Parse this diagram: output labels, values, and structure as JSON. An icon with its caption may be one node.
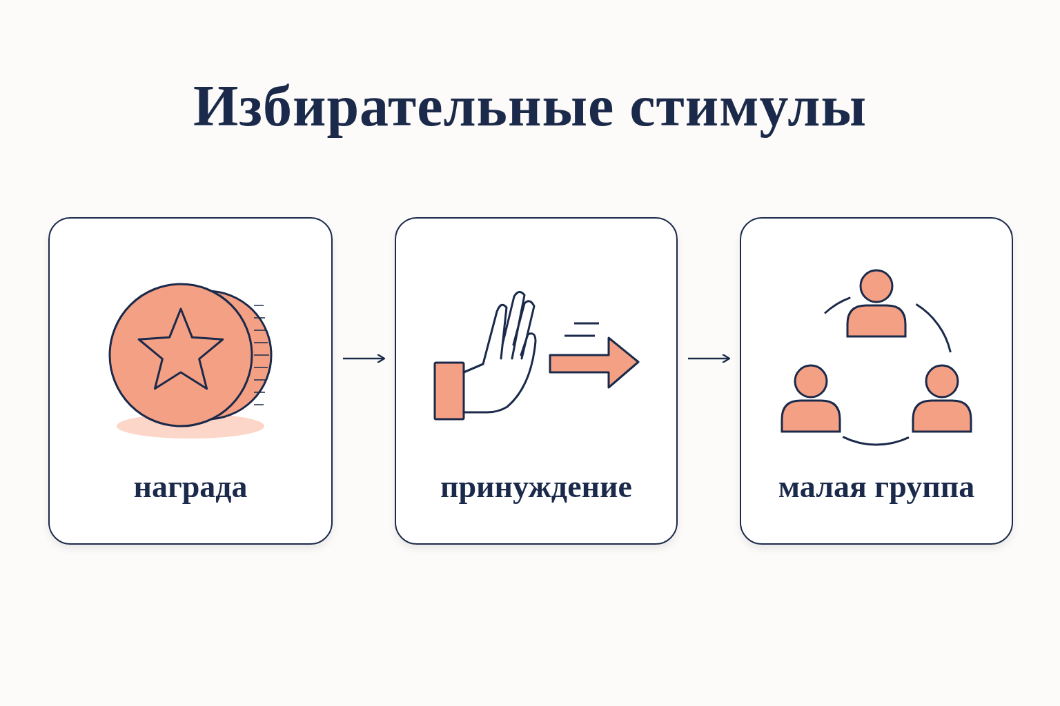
{
  "diagram": {
    "title": "Избирательные стимулы",
    "nodes": [
      {
        "text": [
          "награда"
        ]
      },
      {
        "text": [
          "принуждение"
        ]
      },
      {
        "text": [
          "малая группа"
        ]
      }
    ],
    "edges": [
      {
        "from": 0,
        "to": 1,
        "arrow": "to"
      },
      {
        "from": 1,
        "to": 2,
        "arrow": "to"
      }
    ]
  }
}
